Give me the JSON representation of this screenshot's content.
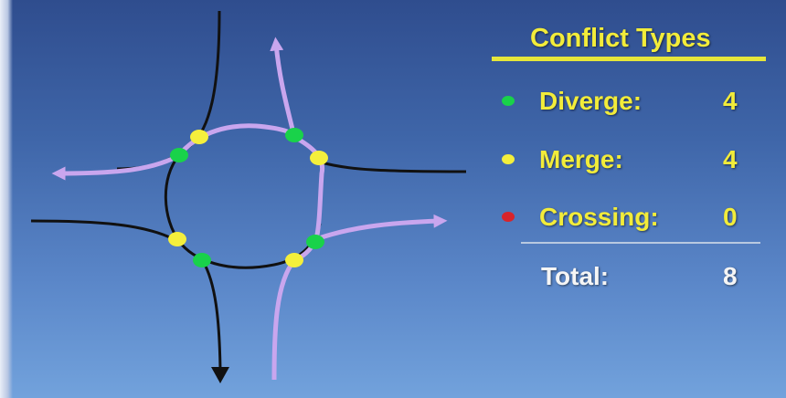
{
  "title": "Conflict Types",
  "legend": [
    {
      "label": "Diverge:",
      "value": "4",
      "color": "#19d24a"
    },
    {
      "label": "Merge:",
      "value": "4",
      "color": "#f4ef3c"
    },
    {
      "label": "Crossing:",
      "value": "0",
      "color": "#d8242b"
    }
  ],
  "total": {
    "label": "Total:",
    "value": "8"
  },
  "colors": {
    "title_text": "#f2ec3a",
    "title_rule": "#e6e63a",
    "path": "#c9a6ee",
    "road": "#111111",
    "divider": "#b9c9e0",
    "diverge_point": "#19d24a",
    "merge_point": "#f4ef3c"
  }
}
